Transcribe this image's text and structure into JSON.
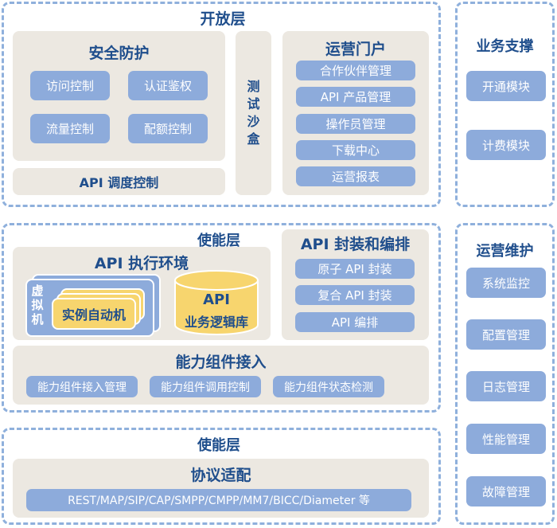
{
  "open_layer": {
    "title": "开放层",
    "security": {
      "title": "安全防护",
      "items": [
        "访问控制",
        "认证鉴权",
        "流量控制",
        "配额控制"
      ]
    },
    "api_dispatch": "API 调度控制",
    "sandbox": [
      "测",
      "试",
      "沙",
      "盒"
    ],
    "portal": {
      "title": "运营门户",
      "items": [
        "合作伙伴管理",
        "API 产品管理",
        "操作员管理",
        "下载中心",
        "运营报表"
      ]
    }
  },
  "enable_layer": {
    "title": "使能层",
    "exec_env": {
      "title": "API 执行环境",
      "vm_label": [
        "虚",
        "拟",
        "机"
      ],
      "instance": "实例自动机",
      "db_line1": "API",
      "db_line2": "业务逻辑库"
    },
    "packaging": {
      "title": "API 封装和编排",
      "items": [
        "原子 API 封装",
        "复合 API 封装",
        "API 编排"
      ]
    },
    "capability": {
      "title": "能力组件接入",
      "items": [
        "能力组件接入管理",
        "能力组件调用控制",
        "能力组件状态检测"
      ]
    }
  },
  "bottom_layer": {
    "title": "使能层",
    "protocol": {
      "title": "协议适配",
      "item": "REST/MAP/SIP/CAP/SMPP/CMPP/MM7/BICC/Diameter 等"
    }
  },
  "business_support": {
    "title": "业务支撑",
    "items": [
      "开通模块",
      "计费模块"
    ]
  },
  "ops_maintenance": {
    "title": "运营维护",
    "items": [
      "系统监控",
      "配置管理",
      "日志管理",
      "性能管理",
      "故障管理"
    ]
  },
  "colors": {
    "dashed_border": "#8fb0dc",
    "panel_beige": "#ece8e1",
    "module_blue": "#8dabdb",
    "title_navy": "#1f4e8c",
    "accent_yellow": "#f7d56e"
  }
}
